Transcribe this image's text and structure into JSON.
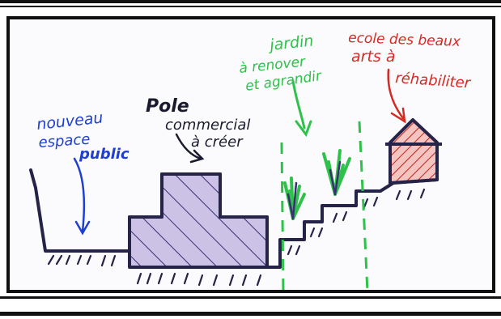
{
  "labels": {
    "public_space": [
      "nouveau",
      "espace",
      "public"
    ],
    "commercial": [
      "Pole",
      "commercial",
      "à créer"
    ],
    "garden": [
      "jardin",
      "à renover",
      "et agrandir"
    ],
    "school": [
      "ecole des beaux",
      "arts à",
      "réhabiliter"
    ]
  },
  "colors": {
    "blue": "#1f3fd0",
    "dark": "#1a1a2e",
    "green": "#2ec24a",
    "red": "#d42a22",
    "hatch_fill": "#c9bfe0"
  }
}
